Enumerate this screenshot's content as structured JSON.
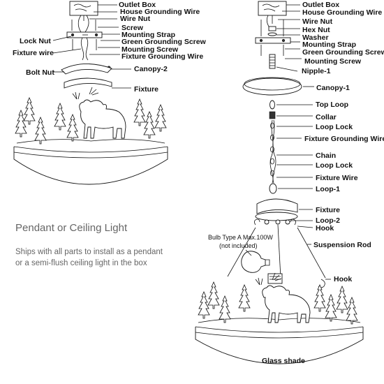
{
  "left": {
    "labels": {
      "outlet_box": "Outlet Box",
      "house_ground": "House Grounding Wire",
      "wire_nut": "Wire Nut",
      "screw": "Screw",
      "lock_nut": "Lock Nut",
      "mounting_strap": "Mounting Strap",
      "green_ground_screw": "Green Grounding Screw",
      "fixture_wire": "Fixture wire",
      "mounting_screw": "Mounting Screw",
      "fixture_ground_wire": "Fixture Grounding Wire",
      "bolt_nut": "Bolt Nut",
      "canopy2": "Canopy-2",
      "fixture": "Fixture"
    }
  },
  "caption": {
    "title": "Pendant or Ceiling Light",
    "line1": "Ships with all parts to install as a pendant",
    "line2": "or a semi-flush ceiling light in the box"
  },
  "right": {
    "labels": {
      "outlet_box": "Outlet Box",
      "house_ground": "House Grounding Wire",
      "wire_nut": "Wire Nut",
      "hex_nut": "Hex Nut",
      "washer": "Washer",
      "mounting_strap": "Mounting Strap",
      "green_ground_screw": "Green Grounding Screw",
      "mounting_screw": "Mounting Screw",
      "nipple1": "Nipple-1",
      "canopy1": "Canopy-1",
      "top_loop": "Top Loop",
      "collar": "Collar",
      "loop_lock1": "Loop Lock",
      "fixture_ground_wire": "Fixture Grounding Wire",
      "chain": "Chain",
      "loop_lock2": "Loop Lock",
      "fixture_wire": "Fixture Wire",
      "loop1": "Loop-1",
      "fixture": "Fixture",
      "loop2": "Loop-2",
      "hook1": "Hook",
      "suspension_rod": "Suspension Rod",
      "hook2": "Hook",
      "bulb_line1": "Bulb Type A Max.100W",
      "bulb_line2": "(not included)",
      "glass_shade": "Glass shade"
    }
  }
}
